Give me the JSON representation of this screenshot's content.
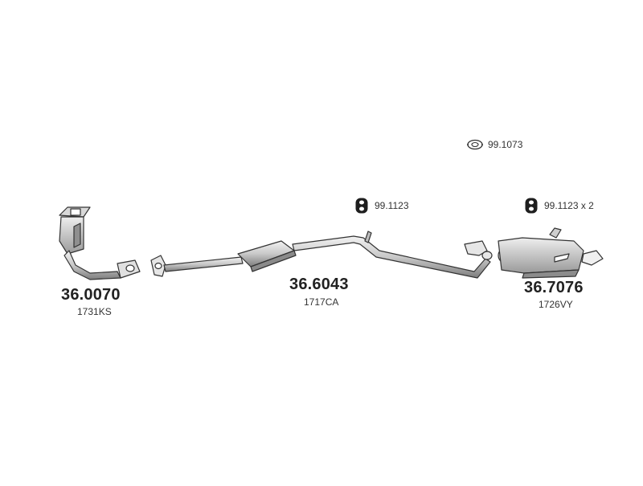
{
  "parts": {
    "catalytic_converter": {
      "code": "36.0070",
      "ref": "1731KS"
    },
    "center_pipe": {
      "code": "36.6043",
      "ref": "1717CA"
    },
    "rear_silencer": {
      "code": "36.7076",
      "ref": "1726VY"
    }
  },
  "accessories": {
    "gasket": {
      "code": "99.1073",
      "icon": "gasket-ring-icon"
    },
    "hanger_center": {
      "code": "99.1123",
      "icon": "rubber-hanger-icon"
    },
    "hanger_rear": {
      "code": "99.1123 x 2",
      "icon": "rubber-hanger-icon"
    }
  },
  "colors": {
    "line": "#333333",
    "fill_light": "#e6e6e6",
    "fill_mid": "#bdbdbd",
    "fill_dark": "#8c8c8c"
  }
}
